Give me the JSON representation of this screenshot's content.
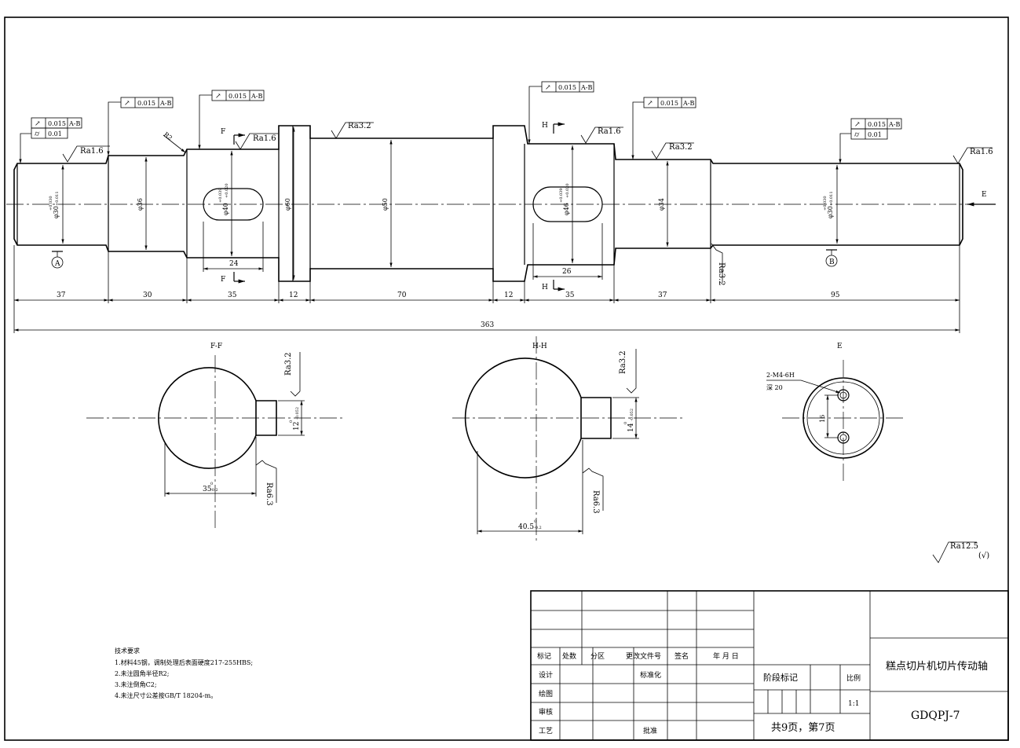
{
  "main_view": {
    "dims": [
      "37",
      "30",
      "35",
      "12",
      "70",
      "12",
      "35",
      "37",
      "95"
    ],
    "overall_dim": "363",
    "diameters": [
      "φ30",
      "φ36",
      "φ40",
      "φ60",
      "φ50",
      "φ46",
      "φ34",
      "φ30"
    ],
    "tol_30": [
      "+0.030",
      "+0.011"
    ],
    "tol_40": [
      "+0.039",
      "+0.020"
    ],
    "keyway_lengths": [
      "24",
      "26"
    ],
    "fillet_label": "R2",
    "datum_a": "A",
    "datum_b": "B",
    "view_e_arrow": "E"
  },
  "gdt_frames": [
    {
      "rows": [
        {
          "sym": "↗",
          "val": "0.015",
          "ref": "A-B"
        },
        {
          "sym": "⌭",
          "val": "0.01",
          "ref": ""
        }
      ]
    },
    {
      "rows": [
        {
          "sym": "↗",
          "val": "0.015",
          "ref": "A-B"
        }
      ]
    },
    {
      "rows": [
        {
          "sym": "↗",
          "val": "0.015",
          "ref": "A-B"
        }
      ]
    },
    {
      "rows": [
        {
          "sym": "↗",
          "val": "0.015",
          "ref": "A-B"
        }
      ]
    },
    {
      "rows": [
        {
          "sym": "↗",
          "val": "0.015",
          "ref": "A-B"
        }
      ]
    },
    {
      "rows": [
        {
          "sym": "↗",
          "val": "0.015",
          "ref": "A-B"
        },
        {
          "sym": "⌭",
          "val": "0.01",
          "ref": ""
        }
      ]
    }
  ],
  "roughness": {
    "ra16": "Ra1.6",
    "ra32": "Ra3.2",
    "ra63": "Ra6.3",
    "general": "Ra12.5",
    "general_suffix": "(√)"
  },
  "section_marks": {
    "f": "F",
    "h": "H"
  },
  "sections": {
    "ff": {
      "title": "F-F",
      "width": "35",
      "width_tol": [
        "0",
        "-0.2"
      ],
      "key": "12",
      "key_tol": [
        "0",
        "-0.052"
      ]
    },
    "hh": {
      "title": "H-H",
      "width": "40.5",
      "width_tol": [
        "0",
        "-0.2"
      ],
      "key": "14",
      "key_tol": [
        "0",
        "-0.052"
      ]
    },
    "e": {
      "title": "E",
      "thread": "2-M4-6H",
      "depth": "深 20",
      "spacing": "16"
    }
  },
  "tech_req": {
    "title": "技术要求",
    "items": [
      "1.材料45钢，调制处理后表面硬度217-255HBS;",
      "2.未注圆角半径R2;",
      "3.未注倒角C2;",
      "4.未注尺寸公差按GB/T 18204-m。"
    ]
  },
  "title_block": {
    "rev_headers": [
      "标记",
      "处数",
      "分区",
      "更改文件号",
      "签名",
      "年 月 日"
    ],
    "roles": [
      "设计",
      "绘图",
      "审核",
      "工艺"
    ],
    "standardization": "标准化",
    "approval": "批准",
    "stage_mark": "阶段标记",
    "scale_label": "比例",
    "scale_value": "1:1",
    "sheet": "共9页，第7页",
    "part_name": "糕点切片机切片传动轴",
    "drawing_no": "GDQPJ-7"
  },
  "colors": {
    "line": "#000000",
    "paper": "#ffffff"
  }
}
